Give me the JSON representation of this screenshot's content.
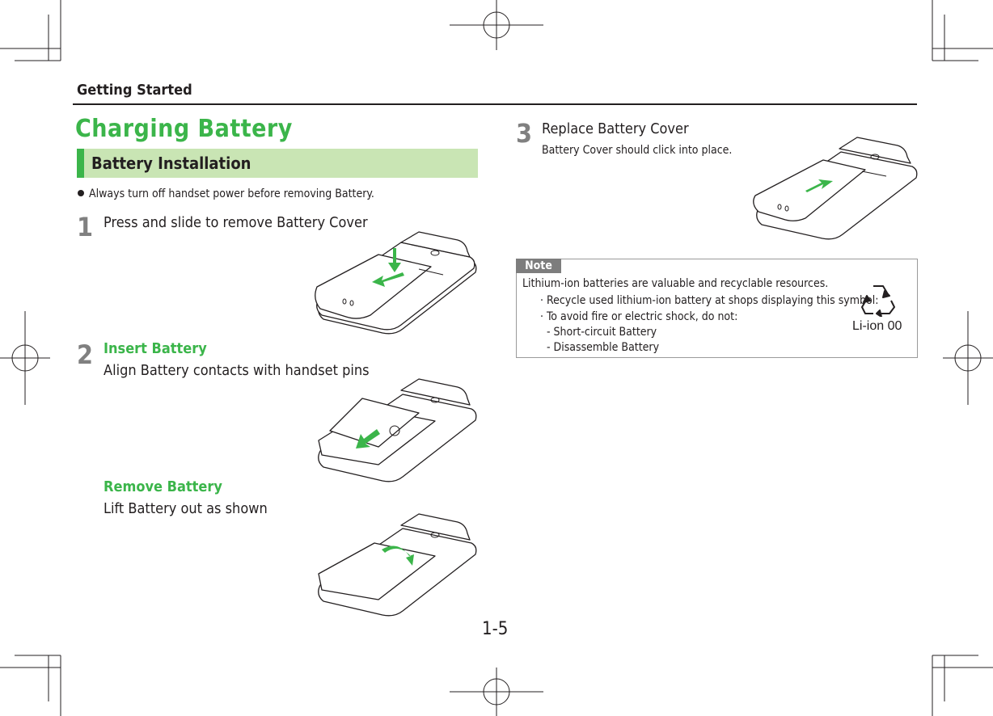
{
  "header": {
    "section": "Getting Started"
  },
  "title": "Charging Battery",
  "subheading": "Battery Installation",
  "bullet": "Always turn off handset power before removing Battery.",
  "steps": [
    {
      "num": "1",
      "title": "Press and slide to remove Battery Cover"
    },
    {
      "num": "2",
      "title": "Insert Battery",
      "desc": "Align Battery contacts with handset pins",
      "alt_title": "Remove Battery",
      "alt_desc": "Lift Battery out as shown"
    },
    {
      "num": "3",
      "title": "Replace Battery Cover",
      "desc": "Battery Cover should click into place."
    }
  ],
  "note": {
    "label": "Note",
    "main": "Lithium-ion batteries are valuable and recyclable resources.",
    "sub1": "· Recycle used lithium-ion battery at shops displaying this symbol:",
    "sub2": "· To avoid fire or electric shock, do not:",
    "sub3": "- Short-circuit Battery",
    "sub4": "- Disassemble Battery",
    "symbol_text": "Li-ion 00"
  },
  "page_number": "1-5",
  "colors": {
    "accent": "#3bb54a",
    "subhead_bg": "#c9e5b4",
    "note_tag": "#7d7d7d"
  }
}
